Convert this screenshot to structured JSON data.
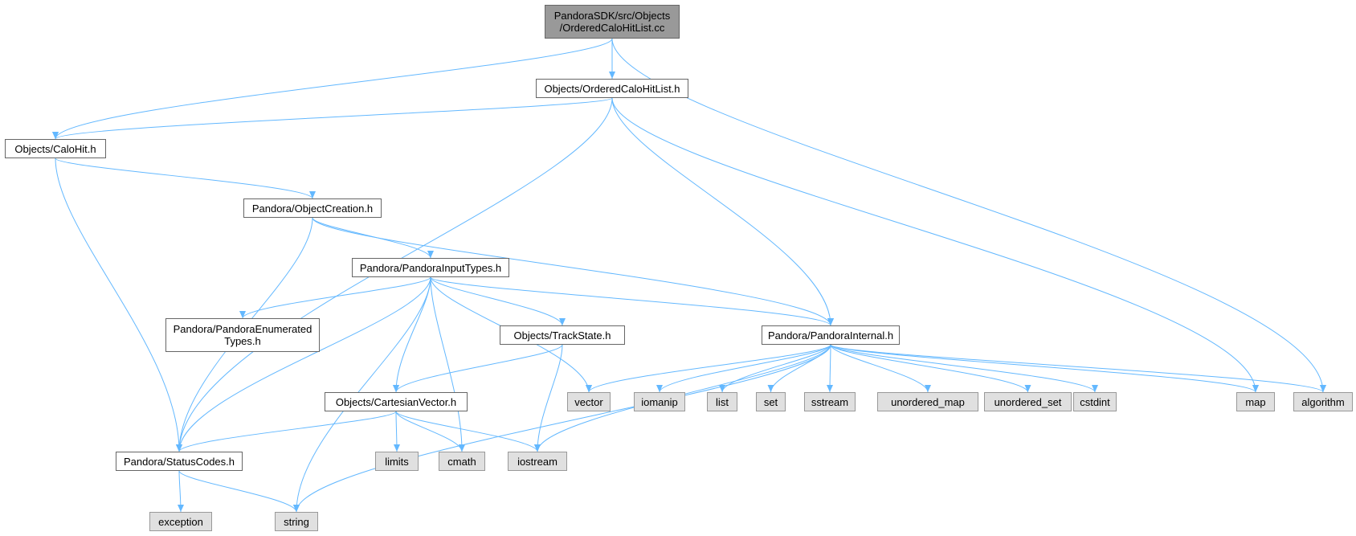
{
  "colors": {
    "edge": "#63b8ff",
    "root_fill": "#999999",
    "file_fill": "#ffffff",
    "sys_fill": "#e0e0e0",
    "border": "#666666"
  },
  "nodes": [
    {
      "id": "root",
      "label": "PandoraSDK/src/Objects\n/OrderedCaloHitList.cc",
      "kind": "root"
    },
    {
      "id": "ochl_h",
      "label": "Objects/OrderedCaloHitList.h",
      "kind": "file"
    },
    {
      "id": "calohit",
      "label": "Objects/CaloHit.h",
      "kind": "file"
    },
    {
      "id": "objcreation",
      "label": "Pandora/ObjectCreation.h",
      "kind": "file"
    },
    {
      "id": "inputtypes",
      "label": "Pandora/PandoraInputTypes.h",
      "kind": "file"
    },
    {
      "id": "enumtypes",
      "label": "Pandora/PandoraEnumerated\nTypes.h",
      "kind": "file"
    },
    {
      "id": "trackstate",
      "label": "Objects/TrackState.h",
      "kind": "file"
    },
    {
      "id": "internal",
      "label": "Pandora/PandoraInternal.h",
      "kind": "file"
    },
    {
      "id": "cartesian",
      "label": "Objects/CartesianVector.h",
      "kind": "file"
    },
    {
      "id": "statuscodes",
      "label": "Pandora/StatusCodes.h",
      "kind": "file"
    },
    {
      "id": "vector",
      "label": "vector",
      "kind": "sys"
    },
    {
      "id": "iomanip",
      "label": "iomanip",
      "kind": "sys"
    },
    {
      "id": "list",
      "label": "list",
      "kind": "sys"
    },
    {
      "id": "set",
      "label": "set",
      "kind": "sys"
    },
    {
      "id": "sstream",
      "label": "sstream",
      "kind": "sys"
    },
    {
      "id": "unordered_map",
      "label": "unordered_map",
      "kind": "sys"
    },
    {
      "id": "unordered_set",
      "label": "unordered_set",
      "kind": "sys"
    },
    {
      "id": "cstdint",
      "label": "cstdint",
      "kind": "sys"
    },
    {
      "id": "map",
      "label": "map",
      "kind": "sys"
    },
    {
      "id": "algorithm",
      "label": "algorithm",
      "kind": "sys"
    },
    {
      "id": "limits",
      "label": "limits",
      "kind": "sys"
    },
    {
      "id": "cmath",
      "label": "cmath",
      "kind": "sys"
    },
    {
      "id": "iostream",
      "label": "iostream",
      "kind": "sys"
    },
    {
      "id": "exception",
      "label": "exception",
      "kind": "sys"
    },
    {
      "id": "string",
      "label": "string",
      "kind": "sys"
    }
  ],
  "edges": [
    [
      "root",
      "ochl_h"
    ],
    [
      "root",
      "calohit"
    ],
    [
      "root",
      "algorithm"
    ],
    [
      "ochl_h",
      "calohit"
    ],
    [
      "ochl_h",
      "statuscodes"
    ],
    [
      "ochl_h",
      "internal"
    ],
    [
      "ochl_h",
      "map"
    ],
    [
      "calohit",
      "objcreation"
    ],
    [
      "calohit",
      "statuscodes"
    ],
    [
      "objcreation",
      "inputtypes"
    ],
    [
      "objcreation",
      "internal"
    ],
    [
      "objcreation",
      "statuscodes"
    ],
    [
      "inputtypes",
      "enumtypes"
    ],
    [
      "inputtypes",
      "trackstate"
    ],
    [
      "inputtypes",
      "internal"
    ],
    [
      "inputtypes",
      "cartesian"
    ],
    [
      "inputtypes",
      "statuscodes"
    ],
    [
      "inputtypes",
      "string"
    ],
    [
      "inputtypes",
      "cmath"
    ],
    [
      "inputtypes",
      "vector"
    ],
    [
      "trackstate",
      "cartesian"
    ],
    [
      "trackstate",
      "iostream"
    ],
    [
      "cartesian",
      "statuscodes"
    ],
    [
      "cartesian",
      "limits"
    ],
    [
      "cartesian",
      "cmath"
    ],
    [
      "cartesian",
      "iostream"
    ],
    [
      "internal",
      "vector"
    ],
    [
      "internal",
      "iomanip"
    ],
    [
      "internal",
      "list"
    ],
    [
      "internal",
      "set"
    ],
    [
      "internal",
      "sstream"
    ],
    [
      "internal",
      "unordered_map"
    ],
    [
      "internal",
      "unordered_set"
    ],
    [
      "internal",
      "cstdint"
    ],
    [
      "internal",
      "map"
    ],
    [
      "internal",
      "algorithm"
    ],
    [
      "internal",
      "iostream"
    ],
    [
      "internal",
      "string"
    ],
    [
      "statuscodes",
      "exception"
    ],
    [
      "statuscodes",
      "string"
    ]
  ]
}
